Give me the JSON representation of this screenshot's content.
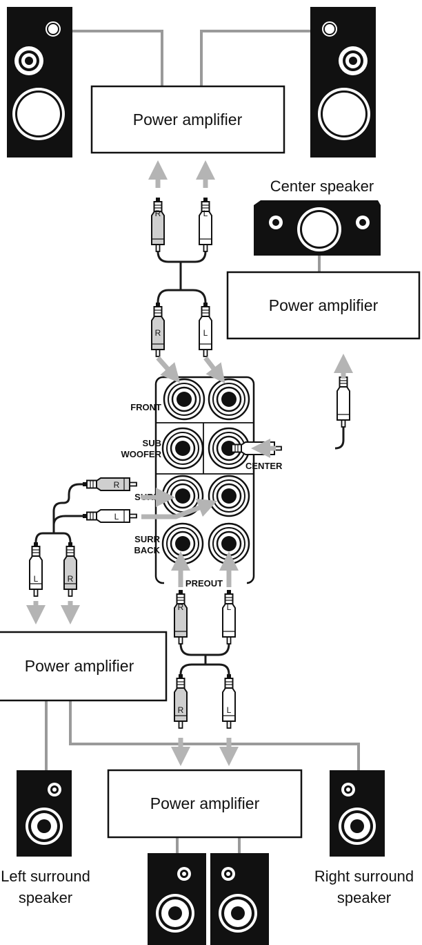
{
  "labels": {
    "power_amplifier": "Power amplifier",
    "center_speaker": "Center speaker",
    "left_surround_line1": "Left surround",
    "left_surround_line2": "speaker",
    "right_surround_line1": "Right surround",
    "right_surround_line2": "speaker"
  },
  "panel": {
    "front": "FRONT",
    "sub_line1": "SUB",
    "sub_line2": "WOOFER",
    "center": "CENTER",
    "surr": "SURR",
    "surr_back_line1": "SURR",
    "surr_back_line2": "BACK",
    "preout": "PREOUT"
  },
  "plugs": {
    "left": "L",
    "right": "R"
  },
  "colors": {
    "speaker_body": "#111111",
    "cable": "#1a1a1a",
    "speaker_wire": "#9a9a9a",
    "arrow": "#b4b4b4",
    "plug_fill": "#cfcfcf"
  }
}
